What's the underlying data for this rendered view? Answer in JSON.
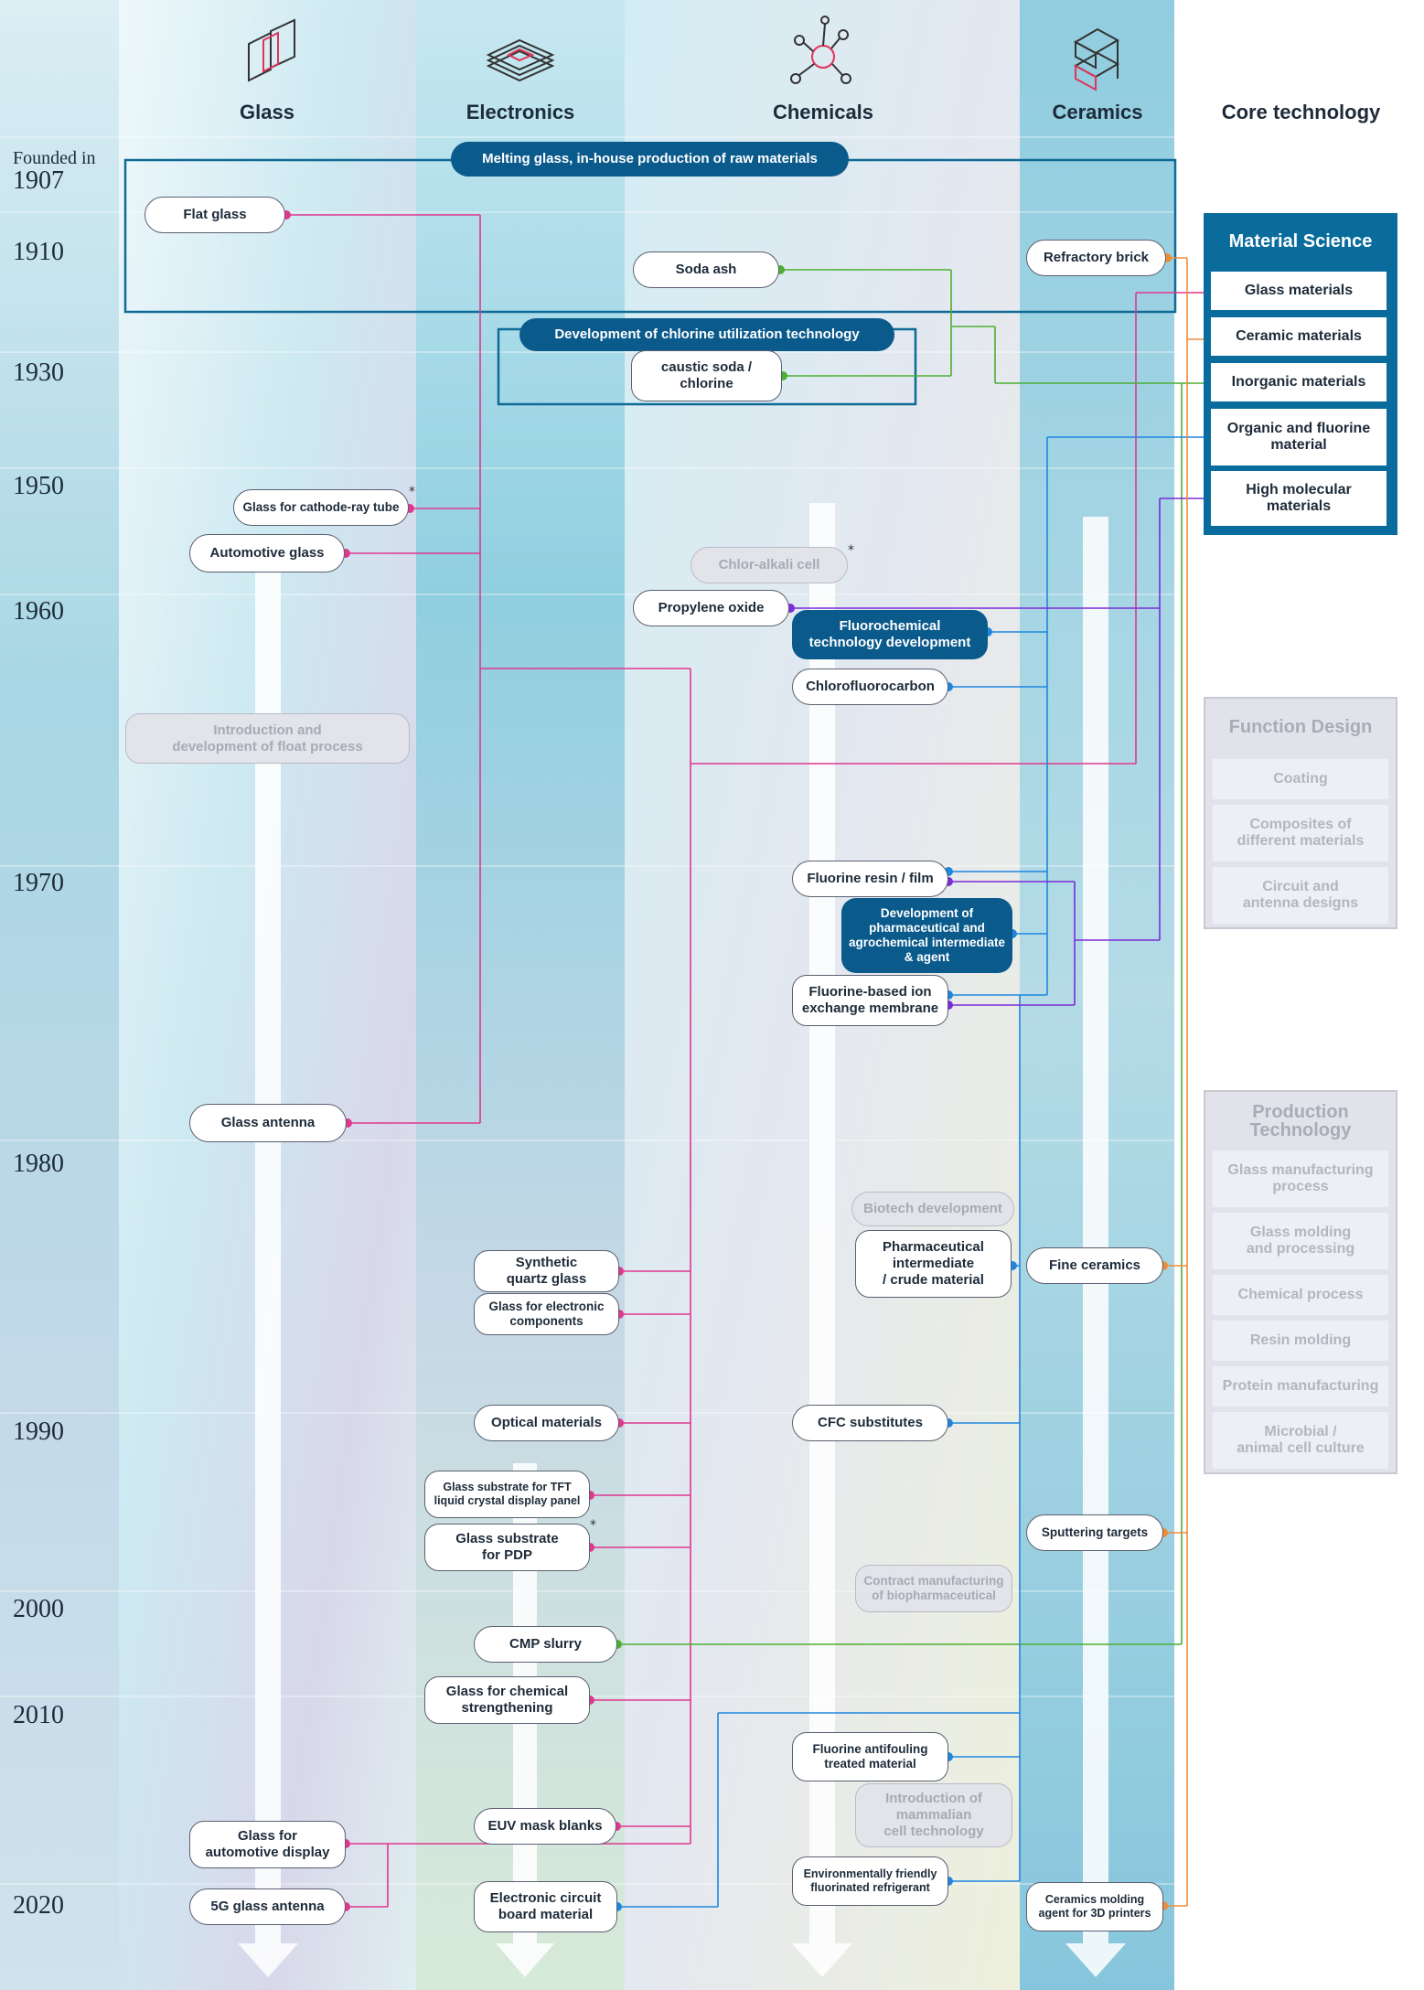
{
  "columns": [
    {
      "key": "glass",
      "label": "Glass",
      "icon": "glass-panes-icon"
    },
    {
      "key": "electronics",
      "label": "Electronics",
      "icon": "chip-icon"
    },
    {
      "key": "chemicals",
      "label": "Chemicals",
      "icon": "molecule-icon"
    },
    {
      "key": "ceramics",
      "label": "Ceramics",
      "icon": "ceramic-blocks-icon"
    },
    {
      "key": "core",
      "label": "Core technology"
    }
  ],
  "founded_label": "Founded in",
  "years": [
    "1907",
    "1910",
    "1930",
    "1950",
    "1960",
    "1970",
    "1980",
    "1990",
    "2000",
    "2010",
    "2020"
  ],
  "nodes": {
    "melting_glass": "Melting glass, in-house production of raw materials",
    "flat_glass": "Flat glass",
    "soda_ash": "Soda ash",
    "refractory_brick": "Refractory brick",
    "chlorine_tech": "Development of chlorine utilization technology",
    "caustic_soda": "caustic soda /\nchlorine",
    "cathode_glass": "Glass for cathode-ray tube",
    "automotive_glass": "Automotive glass",
    "chlor_alkali": "Chlor-alkali cell",
    "propylene_oxide": "Propylene oxide",
    "fluorochemical": "Fluorochemical\ntechnology development",
    "chlorofluorocarbon": "Chlorofluorocarbon",
    "float_process": "Introduction and\ndevelopment of float process",
    "fluorine_resin": "Fluorine resin / film",
    "pharma_dev": "Development of\npharmaceutical and\nagrochemical intermediate\n& agent",
    "ion_membrane": "Fluorine-based ion\nexchange membrane",
    "glass_antenna": "Glass antenna",
    "biotech": "Biotech development",
    "synthetic_quartz": "Synthetic\nquartz glass",
    "pharma_intermediate": "Pharmaceutical\nintermediate\n/ crude material",
    "fine_ceramics": "Fine ceramics",
    "glass_electronic": "Glass for electronic\ncomponents",
    "optical_materials": "Optical materials",
    "cfc_substitutes": "CFC substitutes",
    "tft_glass": "Glass substrate for TFT\nliquid crystal display panel",
    "pdp_glass": "Glass substrate\nfor PDP",
    "sputtering": "Sputtering targets",
    "contract_bio": "Contract manufacturing\nof biopharmaceutical",
    "cmp_slurry": "CMP slurry",
    "chem_strengthening": "Glass for chemical\nstrengthening",
    "antifouling": "Fluorine antifouling\ntreated material",
    "mammalian": "Introduction of\nmammalian\ncell technology",
    "euv_blanks": "EUV mask blanks",
    "auto_display": "Glass for\nautomotive display",
    "refrigerant": "Environmentally friendly\nfluorinated refrigerant",
    "antenna_5g": "5G glass antenna",
    "circuit_board": "Electronic circuit\nboard material",
    "ceramics_molding": "Ceramics molding\nagent for 3D printers",
    "star": "*"
  },
  "core": {
    "material_science": {
      "title": "Material Science",
      "items": [
        "Glass materials",
        "Ceramic materials",
        "Inorganic materials",
        "Organic and fluorine\nmaterial",
        "High molecular\nmaterials"
      ]
    },
    "function_design": {
      "title": "Function Design",
      "items": [
        "Coating",
        "Composites of\ndifferent materials",
        "Circuit and\nantenna designs"
      ]
    },
    "production_technology": {
      "title": "Production\nTechnology",
      "items": [
        "Glass manufacturing\nprocess",
        "Glass molding\nand processing",
        "Chemical process",
        "Resin molding",
        "Protein manufacturing",
        "Microbial /\nanimal cell culture"
      ]
    }
  },
  "colors": {
    "glass_line": "#e0378f",
    "inorganic_line": "#4caf33",
    "organic_line": "#1f86e0",
    "polymer_line": "#7b2bd8",
    "ceramic_line": "#f08c38",
    "node_blue": "#0a5a8c",
    "panel_blue": "#0a6c9c"
  }
}
